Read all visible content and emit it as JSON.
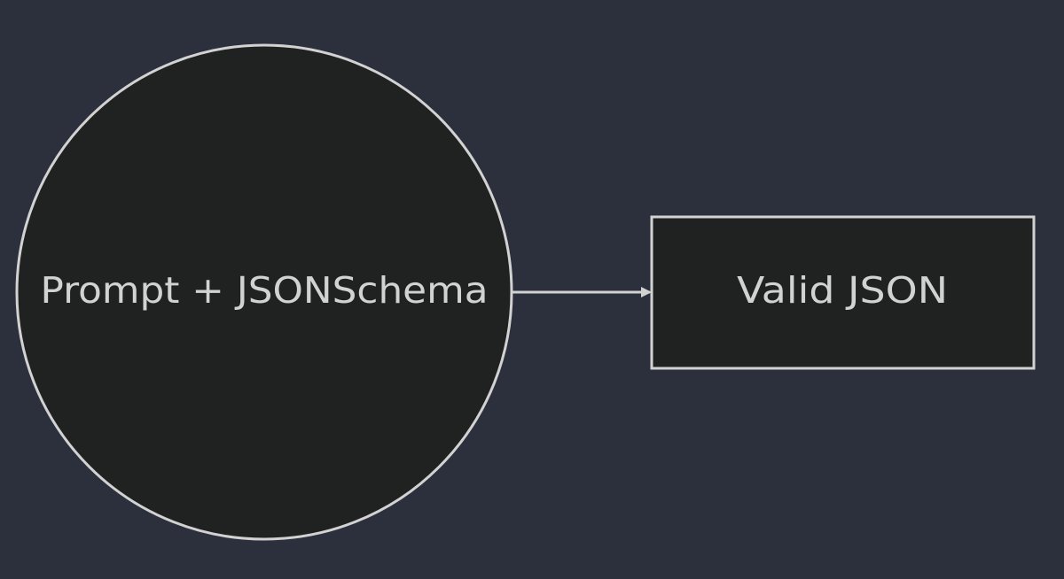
{
  "diagram": {
    "background_color": "#2b303c",
    "node_fill_color": "#202221",
    "stroke_color": "#d2d2d2",
    "text_color": "#d2d2d2",
    "nodes": [
      {
        "id": "prompt",
        "shape": "circle",
        "label": "Prompt + JSONSchema"
      },
      {
        "id": "output",
        "shape": "rectangle",
        "label": "Valid JSON"
      }
    ],
    "edges": [
      {
        "from": "prompt",
        "to": "output",
        "style": "solid-arrow"
      }
    ]
  }
}
